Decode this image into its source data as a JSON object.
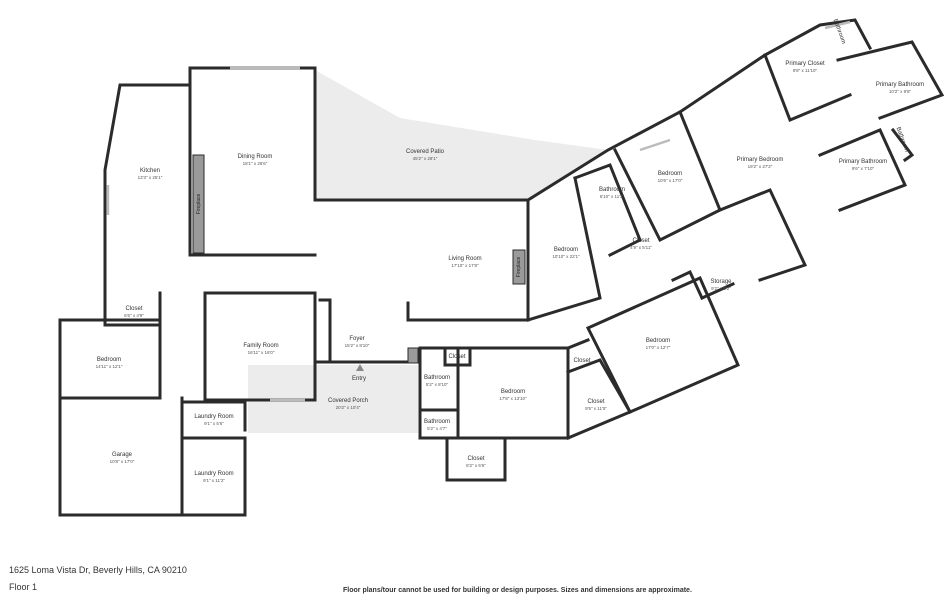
{
  "address": "1625 Loma Vista Dr, Beverly Hills, CA 90210",
  "floor_label": "Floor 1",
  "disclaimer": "Floor plans/tour cannot be used for building or design purposes. Sizes and dimensions are approximate.",
  "rooms": {
    "kitchen": {
      "name": "Kitchen",
      "dim": "13'3\" x 25'1\""
    },
    "dining_room": {
      "name": "Dining Room",
      "dim": "18'1\" x 26'6\""
    },
    "covered_patio": {
      "name": "Covered Patio",
      "dim": "45'2\" x 28'1\""
    },
    "living_room": {
      "name": "Living Room",
      "dim": "17'10\" x 17'8\""
    },
    "bedroom_center": {
      "name": "Bedroom",
      "dim": "10'10\" x 22'1\""
    },
    "bathroom_upper": {
      "name": "Bathroom",
      "dim": "6'10\" x 11'3\""
    },
    "bedroom_upper": {
      "name": "Bedroom",
      "dim": "10'6\" x 17'0\""
    },
    "closet_upper": {
      "name": "Closet",
      "dim": "4'9\" x 5'11\""
    },
    "primary_bedroom": {
      "name": "Primary Bedroom",
      "dim": "19'2\" x 27'2\""
    },
    "primary_closet": {
      "name": "Primary Closet",
      "dim": "9'8\" x 11'10\""
    },
    "primary_bathroom_top": {
      "name": "Primary Bathroom",
      "dim": "10'2\" x 9'8\""
    },
    "primary_bathroom_mid": {
      "name": "Primary Bathroom",
      "dim": "9'6\" x 7'10\""
    },
    "bathroom_top_small": {
      "name": "Bathroom",
      "dim": "3'11\" x 5'3\""
    },
    "bathroom_side_small": {
      "name": "Bathroom",
      "dim": "5'10\" x 4'7\""
    },
    "storage": {
      "name": "Storage",
      "dim": "9'2\" x 8'2\""
    },
    "bedroom_right": {
      "name": "Bedroom",
      "dim": "17'0\" x 12'7\""
    },
    "closet_right_upper": {
      "name": "Closet",
      "dim": ""
    },
    "closet_right_lower": {
      "name": "Closet",
      "dim": "9'5\" x 11'5\""
    },
    "bedroom_mid": {
      "name": "Bedroom",
      "dim": "17'8\" x 13'10\""
    },
    "closet_mid": {
      "name": "Closet",
      "dim": ""
    },
    "bathroom_mid_upper": {
      "name": "Bathroom",
      "dim": "5'2\" x 8'10\""
    },
    "bathroom_mid_lower": {
      "name": "Bathroom",
      "dim": "5'2\" x 4'7\""
    },
    "closet_bottom": {
      "name": "Closet",
      "dim": "8'2\" x 6'6\""
    },
    "foyer": {
      "name": "Foyer",
      "dim": "15'2\" x 8'10\""
    },
    "entry": {
      "name": "Entry",
      "dim": ""
    },
    "covered_porch": {
      "name": "Covered Porch",
      "dim": "20'2\" x 10'4\""
    },
    "family_room": {
      "name": "Family Room",
      "dim": "16'11\" x 16'0\""
    },
    "closet_left": {
      "name": "Closet",
      "dim": "6'6\" x 4'9\""
    },
    "bedroom_left": {
      "name": "Bedroom",
      "dim": "14'11\" x 12'1\""
    },
    "garage": {
      "name": "Garage",
      "dim": "10'8\" x 17'0\""
    },
    "laundry_upper": {
      "name": "Laundry Room",
      "dim": "9'1\" x 5'6\""
    },
    "laundry_lower": {
      "name": "Laundry Room",
      "dim": "9'1\" x 11'2\""
    }
  },
  "fireplace_label": "Fireplace"
}
